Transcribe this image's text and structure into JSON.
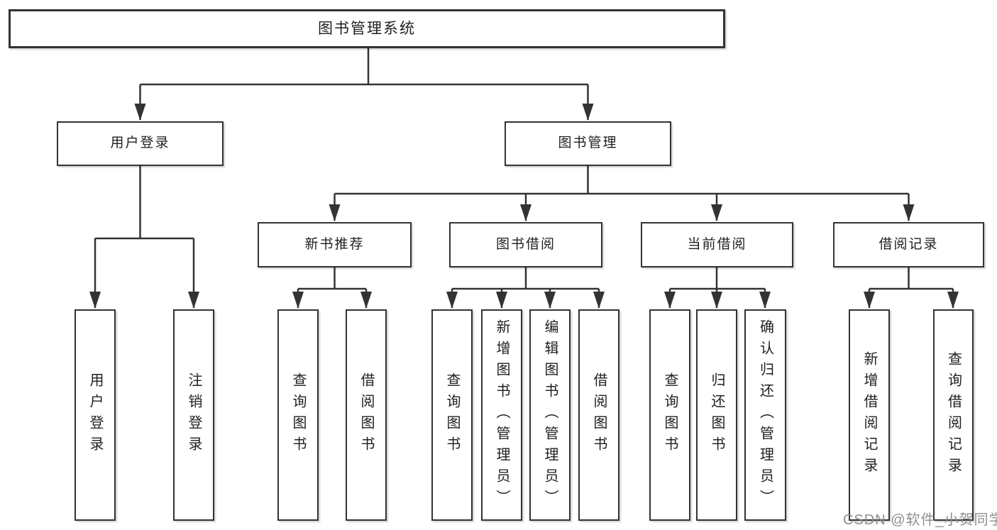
{
  "colors": {
    "line": "#333333",
    "box_border": "#333333",
    "box_fill": "#ffffff",
    "text": "#1f1f1f",
    "watermark": "#8f8f8f",
    "background": "#ffffff"
  },
  "watermark": "CSDN @软件_小贺同学",
  "diagram": {
    "type": "hierarchy-tree",
    "root": {
      "label": "图书管理系统"
    },
    "branches": [
      {
        "label": "用户登录",
        "children": [
          {
            "label": "用户登录"
          },
          {
            "label": "注销登录"
          }
        ]
      },
      {
        "label": "图书管理",
        "children": [
          {
            "label": "新书推荐",
            "children": [
              {
                "label": "查询图书"
              },
              {
                "label": "借阅图书"
              }
            ]
          },
          {
            "label": "图书借阅",
            "children": [
              {
                "label": "查询图书"
              },
              {
                "label": "新增图书（管理员）"
              },
              {
                "label": "编辑图书（管理员）"
              },
              {
                "label": "借阅图书"
              }
            ]
          },
          {
            "label": "当前借阅",
            "children": [
              {
                "label": "查询图书"
              },
              {
                "label": "归还图书"
              },
              {
                "label": "确认归还（管理员）"
              }
            ]
          },
          {
            "label": "借阅记录",
            "children": [
              {
                "label": "新增借阅记录"
              },
              {
                "label": "查询借阅记录"
              }
            ]
          }
        ]
      }
    ]
  }
}
